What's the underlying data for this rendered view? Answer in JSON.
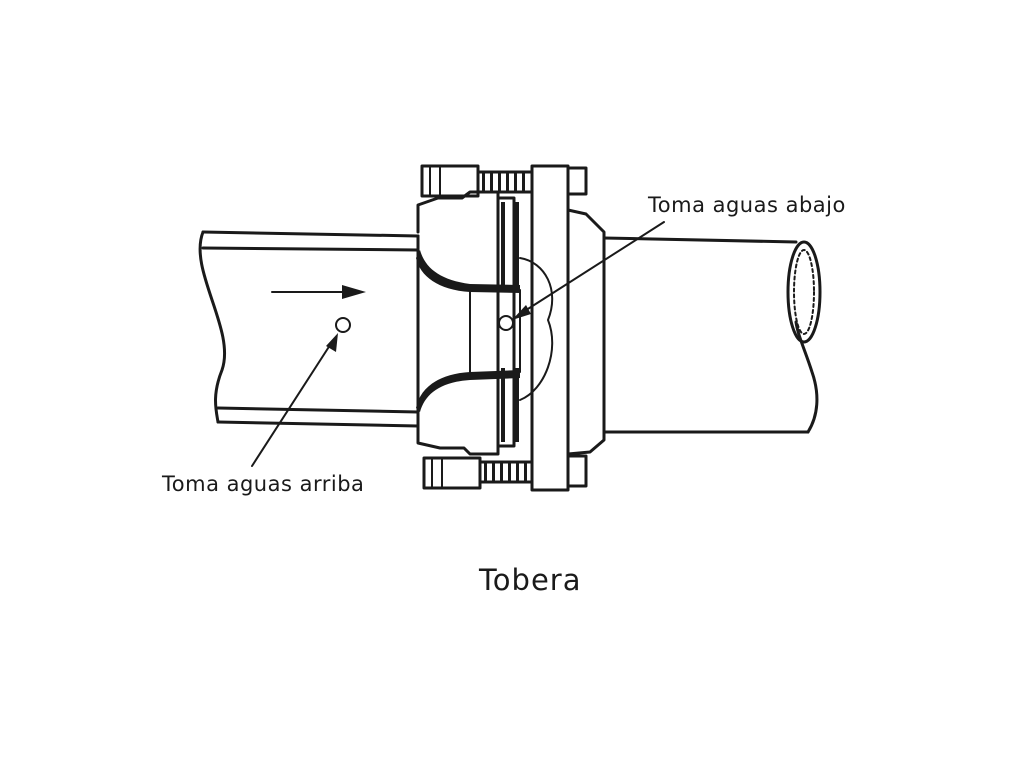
{
  "labels": {
    "downstream_tap": "Toma aguas abajo",
    "upstream_tap": "Toma aguas arriba"
  },
  "caption": "Tobera",
  "colors": {
    "ink": "#1a1a1a",
    "background": "#ffffff"
  }
}
